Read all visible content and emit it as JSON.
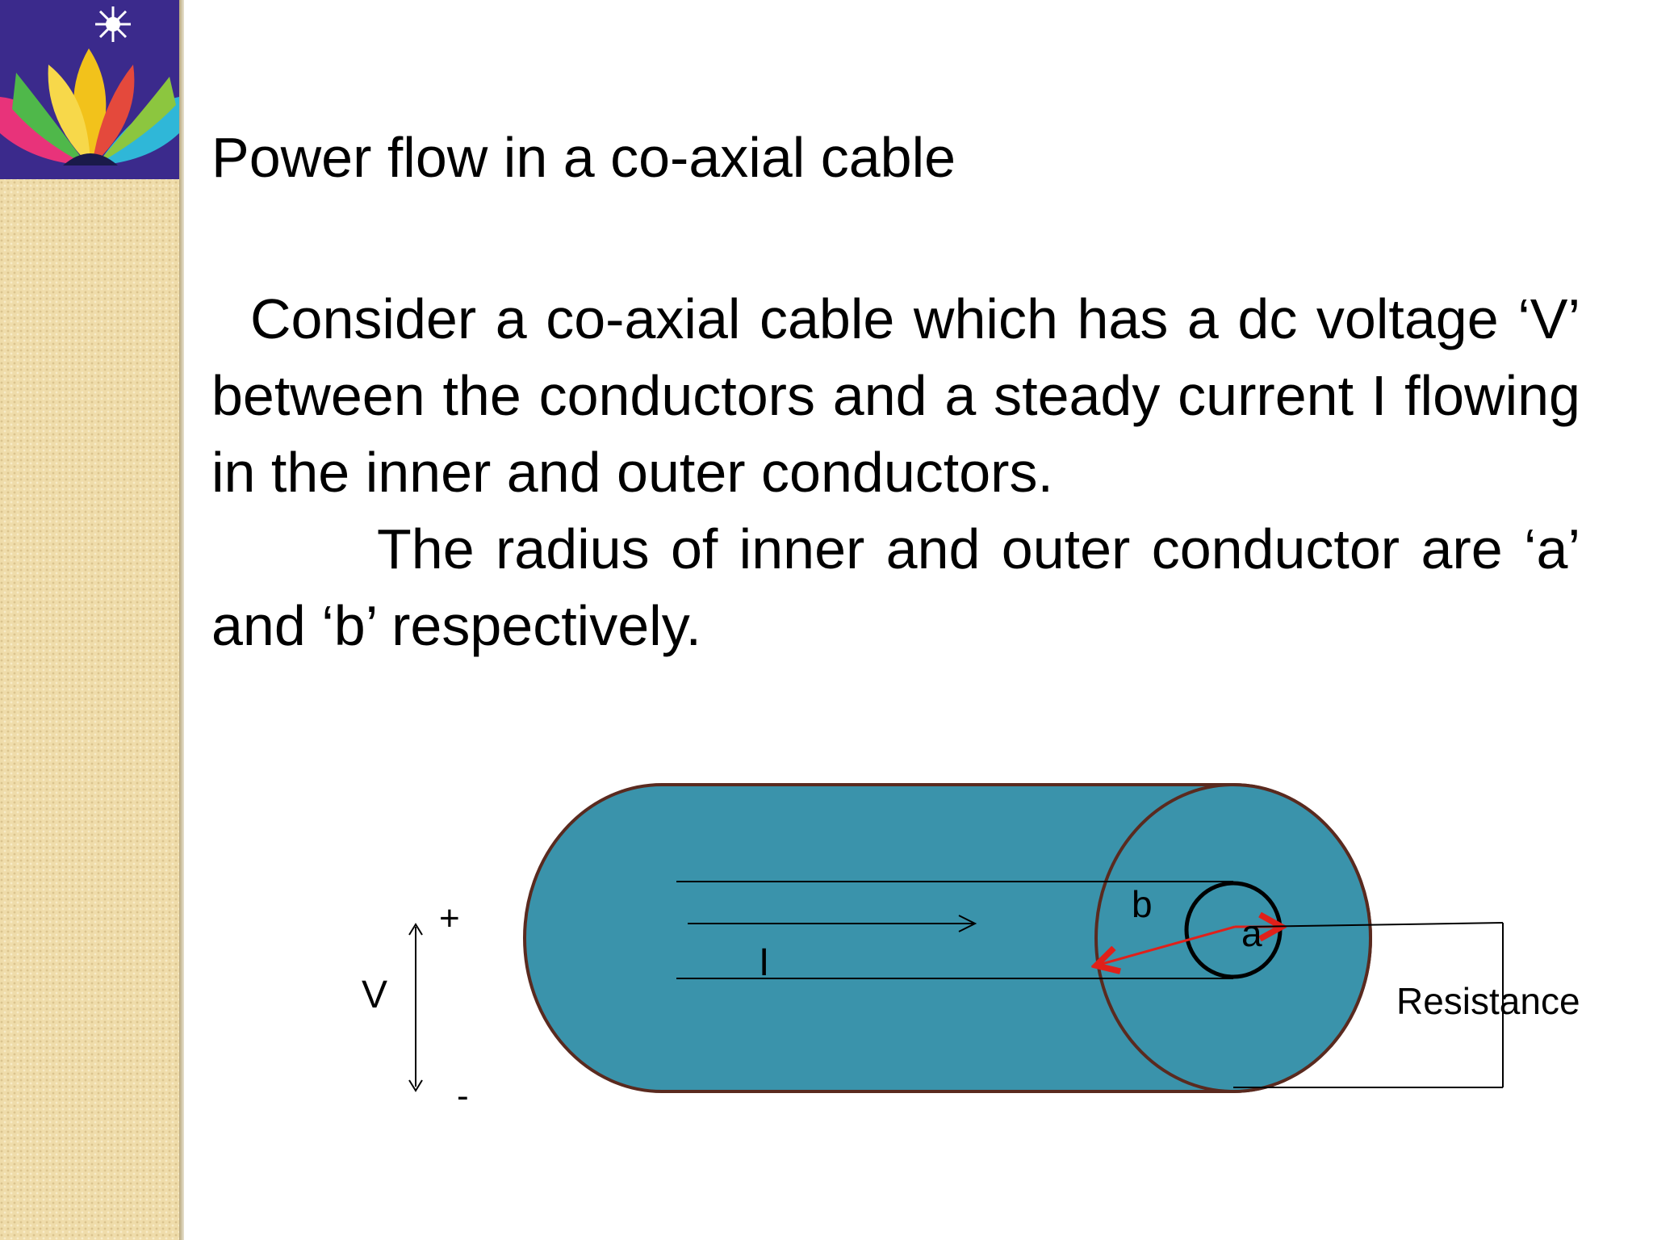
{
  "slide": {
    "title": "Power flow in a co-axial cable",
    "paragraph_1": "Consider a co-axial cable which has a dc voltage ‘V’ between the conductors and a steady current I flowing in the inner and outer conductors.",
    "paragraph_2": "The radius of inner and outer conductor are ‘a’ and ‘b’ respectively."
  },
  "diagram": {
    "voltage_label": "V",
    "plus_label": "+",
    "minus_label": "-",
    "current_label": "I",
    "outer_radius_label": "b",
    "inner_radius_label": "a",
    "resistance_label": "Resistance",
    "colors": {
      "cable_fill": "#3a93ab",
      "cable_outline": "#5a2a1f",
      "radius_arrow": "#e0201a",
      "lines": "#000000"
    }
  },
  "logo": {
    "icon": "lotus-logo-icon",
    "colors": [
      "#3b2a8c",
      "#f2c21b",
      "#e8337a",
      "#2fb7d8",
      "#8cc63f"
    ]
  }
}
